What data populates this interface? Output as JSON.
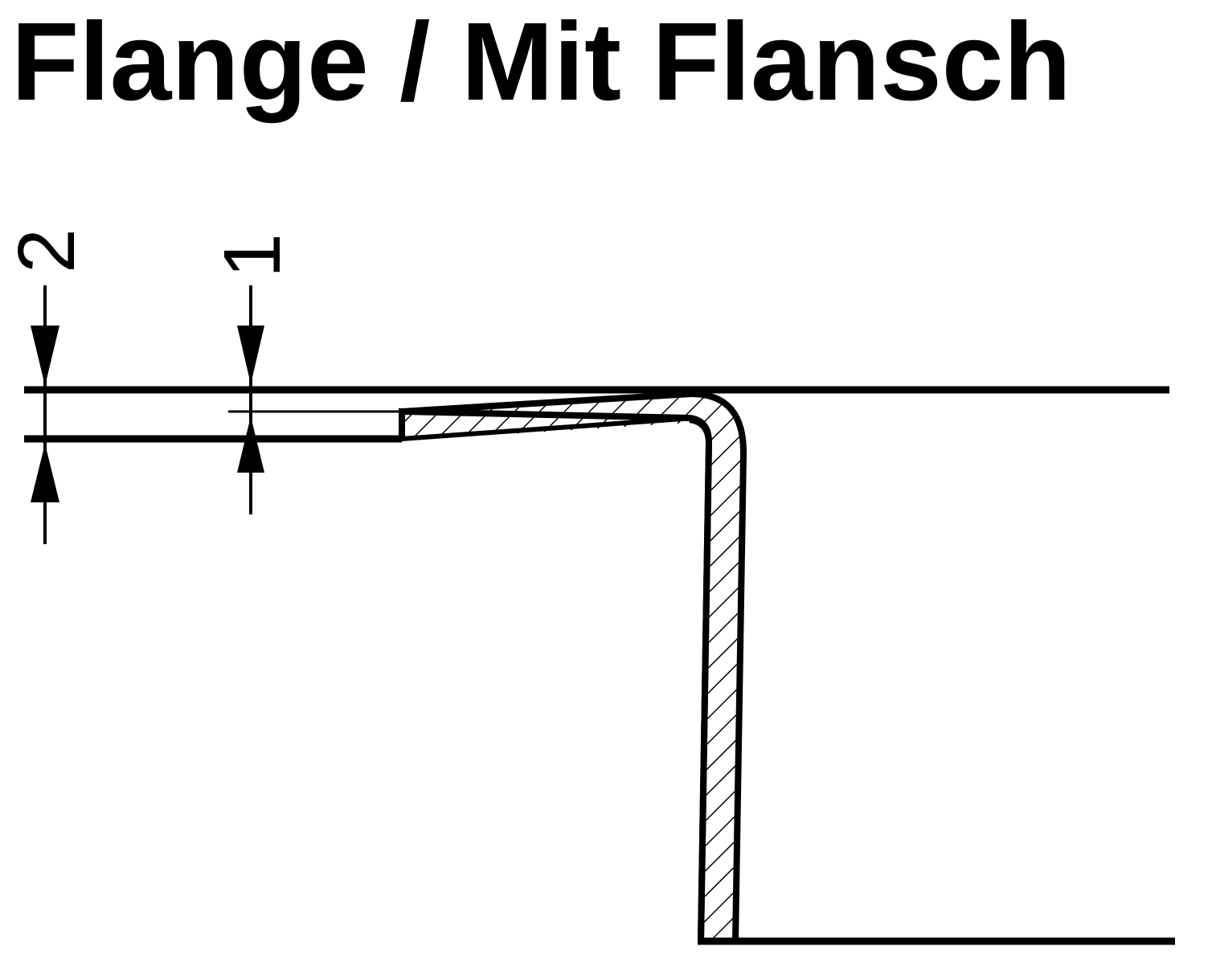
{
  "title": "Flange / Mit Flansch",
  "dimensions": {
    "outer_label": "2",
    "inner_label": "1"
  },
  "colors": {
    "line": "#000000",
    "background": "#ffffff"
  }
}
